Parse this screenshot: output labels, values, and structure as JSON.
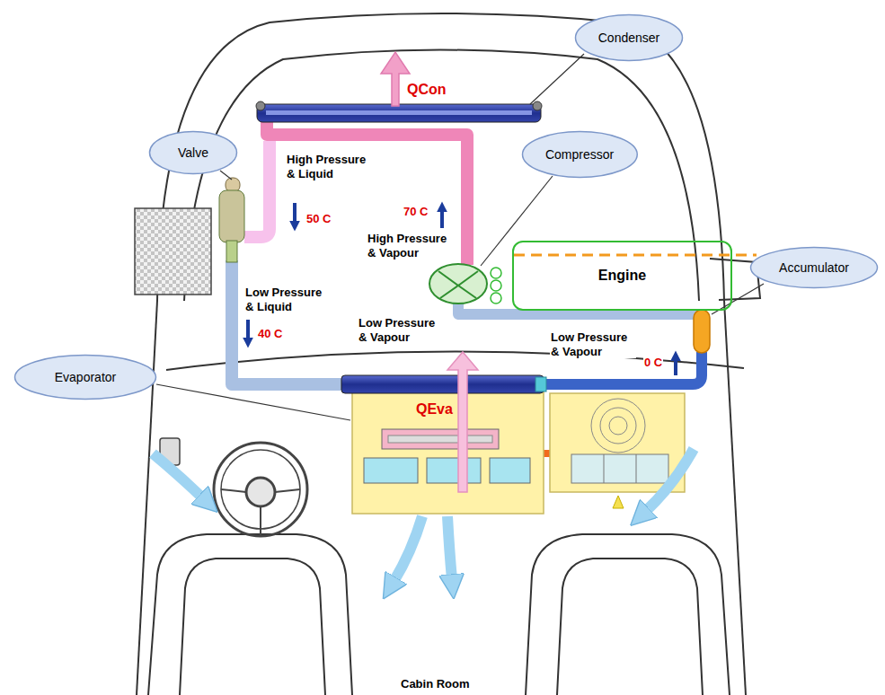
{
  "diagram": {
    "nodes": [
      {
        "text": [
          "Condenser"
        ]
      },
      {
        "text": [
          "Valve"
        ]
      },
      {
        "text": [
          "Compressor"
        ]
      },
      {
        "text": [
          "Engine"
        ]
      },
      {
        "text": [
          "Accumulator"
        ]
      },
      {
        "text": [
          "Evaporator"
        ]
      }
    ],
    "labels": [
      "QCon",
      "High Pressure & Liquid",
      "50 C",
      "70 C",
      "High Pressure & Vapour",
      "Low Pressure & Liquid",
      "40 C",
      "Low Pressure & Vapour",
      "Low Pressure & Vapour",
      "0 C",
      "QEva",
      "Cabin Room"
    ]
  }
}
